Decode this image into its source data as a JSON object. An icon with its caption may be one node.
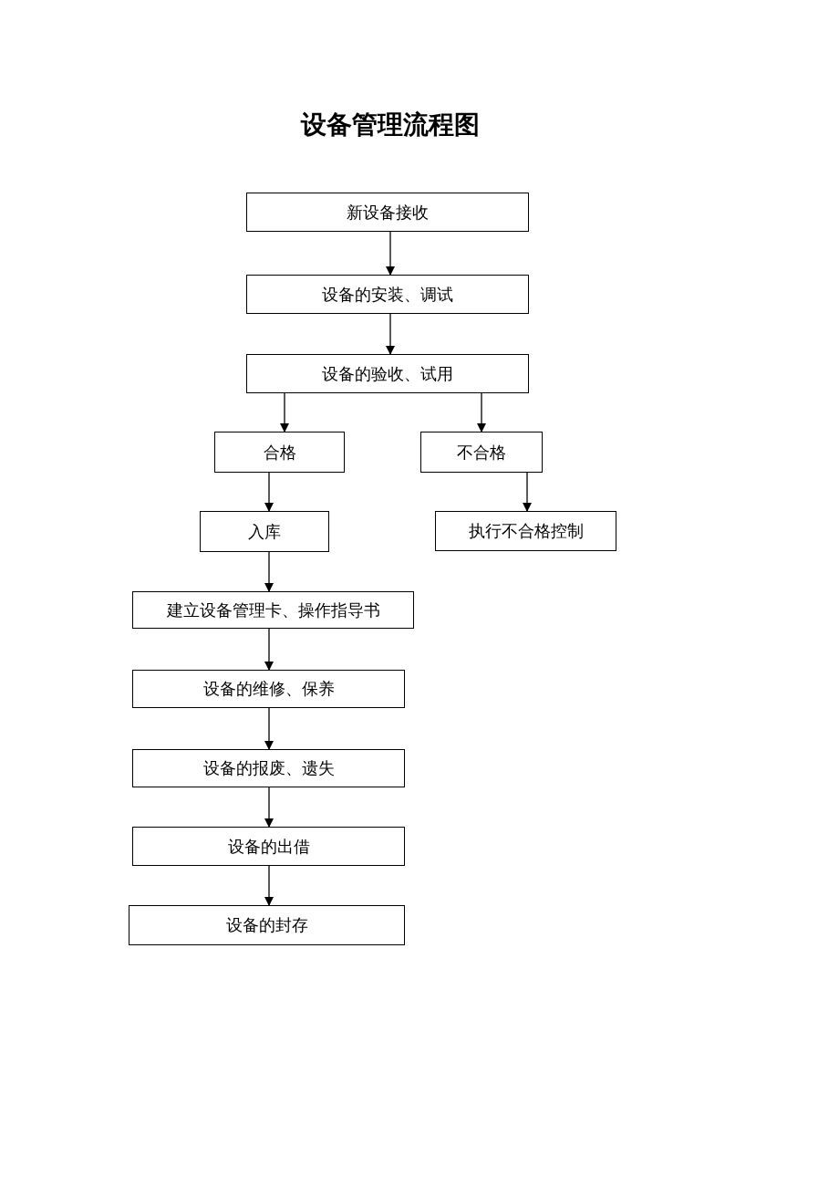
{
  "diagram": {
    "title": "设备管理流程图",
    "nodes": [
      {
        "text": [
          "新设备接收"
        ]
      },
      {
        "text": [
          "设备的安装、调试"
        ]
      },
      {
        "text": [
          "设备的验收、试用"
        ]
      },
      {
        "text": [
          "合格"
        ]
      },
      {
        "text": [
          "不合格"
        ]
      },
      {
        "text": [
          "入库"
        ]
      },
      {
        "text": [
          "执行不合格控制"
        ]
      },
      {
        "text": [
          "建立设备管理卡、操作指导书"
        ]
      },
      {
        "text": [
          "设备的维修、保养"
        ]
      },
      {
        "text": [
          "设备的报废、遗失"
        ]
      },
      {
        "text": [
          "设备的出借"
        ]
      },
      {
        "text": [
          "设备的封存"
        ]
      }
    ],
    "edges": [
      {
        "from": 0,
        "to": 1,
        "arrow": "to"
      },
      {
        "from": 1,
        "to": 2,
        "arrow": "to"
      },
      {
        "from": 2,
        "to": 3,
        "arrow": "to"
      },
      {
        "from": 2,
        "to": 4,
        "arrow": "to"
      },
      {
        "from": 3,
        "to": 5,
        "arrow": "to"
      },
      {
        "from": 4,
        "to": 6,
        "arrow": "to"
      },
      {
        "from": 5,
        "to": 7,
        "arrow": "to"
      },
      {
        "from": 7,
        "to": 8,
        "arrow": "to"
      },
      {
        "from": 8,
        "to": 9,
        "arrow": "to"
      },
      {
        "from": 9,
        "to": 10,
        "arrow": "to"
      },
      {
        "from": 10,
        "to": 11,
        "arrow": "to"
      }
    ]
  }
}
